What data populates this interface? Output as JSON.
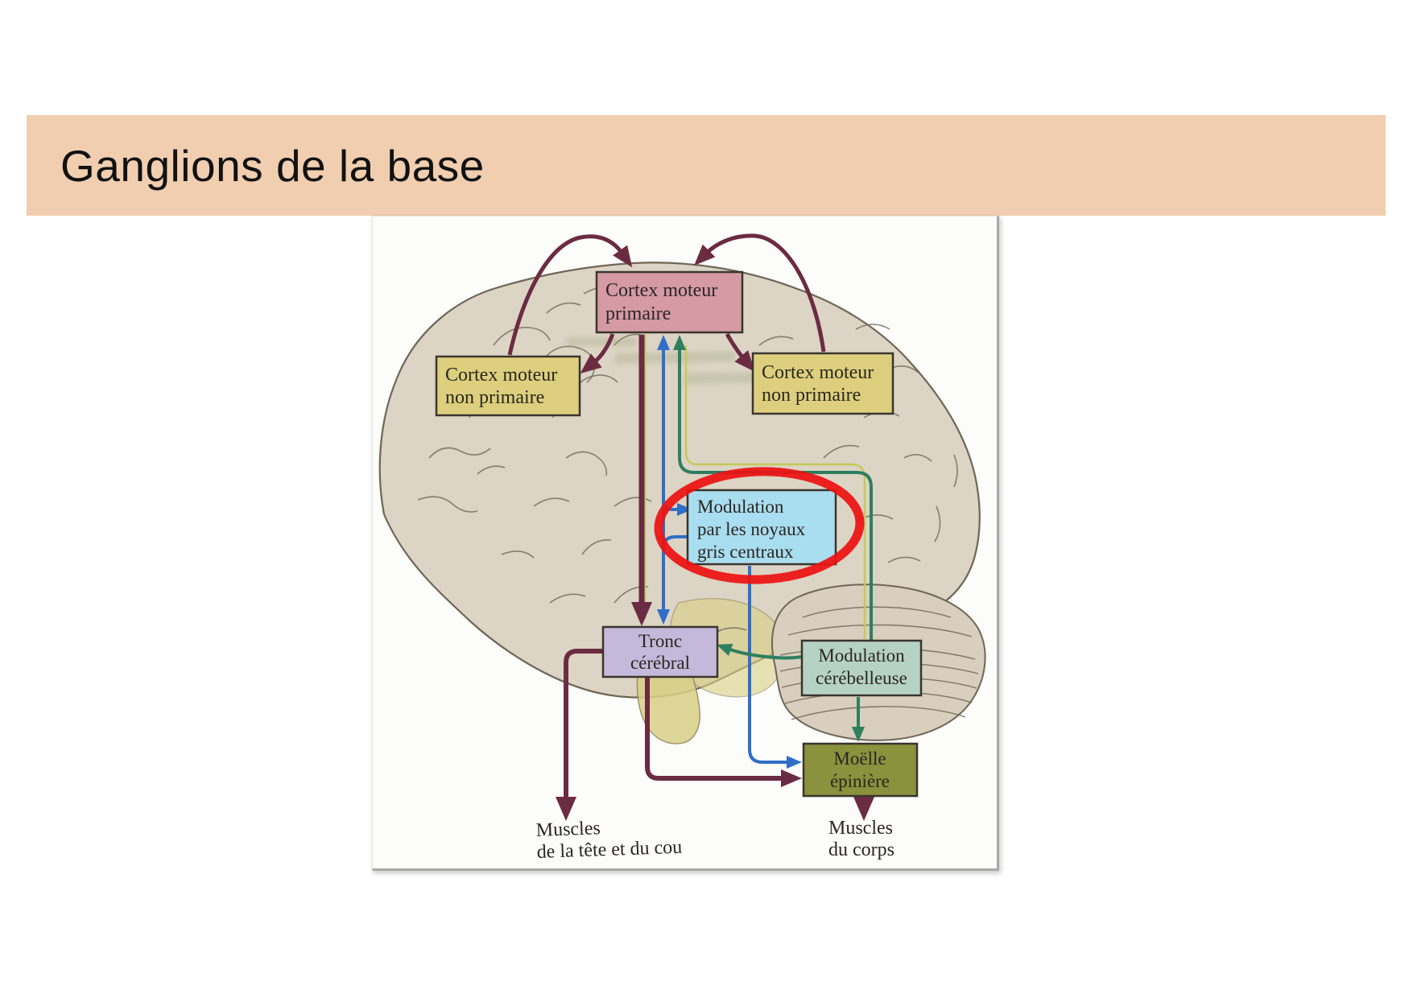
{
  "title": "Ganglions de la base",
  "colors": {
    "banner": "#f1ceb0",
    "scan_bg": "#fcfcfa",
    "maroon": "#6b2b42",
    "blue": "#2f6fc8",
    "teal": "#2e7f60",
    "yellow_line": "#c6c95b",
    "red_ellipse": "#ec1212",
    "brain_fill": "#dcd4c4",
    "cerebellum_fill": "#d8cfbe",
    "stem_fill": "#d9d085",
    "primary": "#d59aa4",
    "nonprimary": "#ddcf7d",
    "basal": "#a9ddf0",
    "brainstem_box": "#c4b9da",
    "cerebellar": "#b5d2c2",
    "spinal": "#8b913d"
  },
  "diagram": {
    "boxes": {
      "primary": {
        "line1": "Cortex moteur",
        "line2": "primaire"
      },
      "nonprimary_left": {
        "line1": "Cortex moteur",
        "line2": "non primaire"
      },
      "nonprimary_right": {
        "line1": "Cortex moteur",
        "line2": "non primaire"
      },
      "basal": {
        "line1": "Modulation",
        "line2": "par les noyaux",
        "line3": "gris centraux"
      },
      "brainstem": {
        "line1": "Tronc",
        "line2": "cérébral"
      },
      "cerebellar": {
        "line1": "Modulation",
        "line2": "cérébelleuse"
      },
      "spinal": {
        "line1": "Moëlle",
        "line2": "épinière"
      }
    },
    "labels": {
      "muscles_head": {
        "line1": "Muscles",
        "line2": "de la tête et du cou"
      },
      "muscles_body": {
        "line1": "Muscles",
        "line2": "du corps"
      }
    }
  }
}
